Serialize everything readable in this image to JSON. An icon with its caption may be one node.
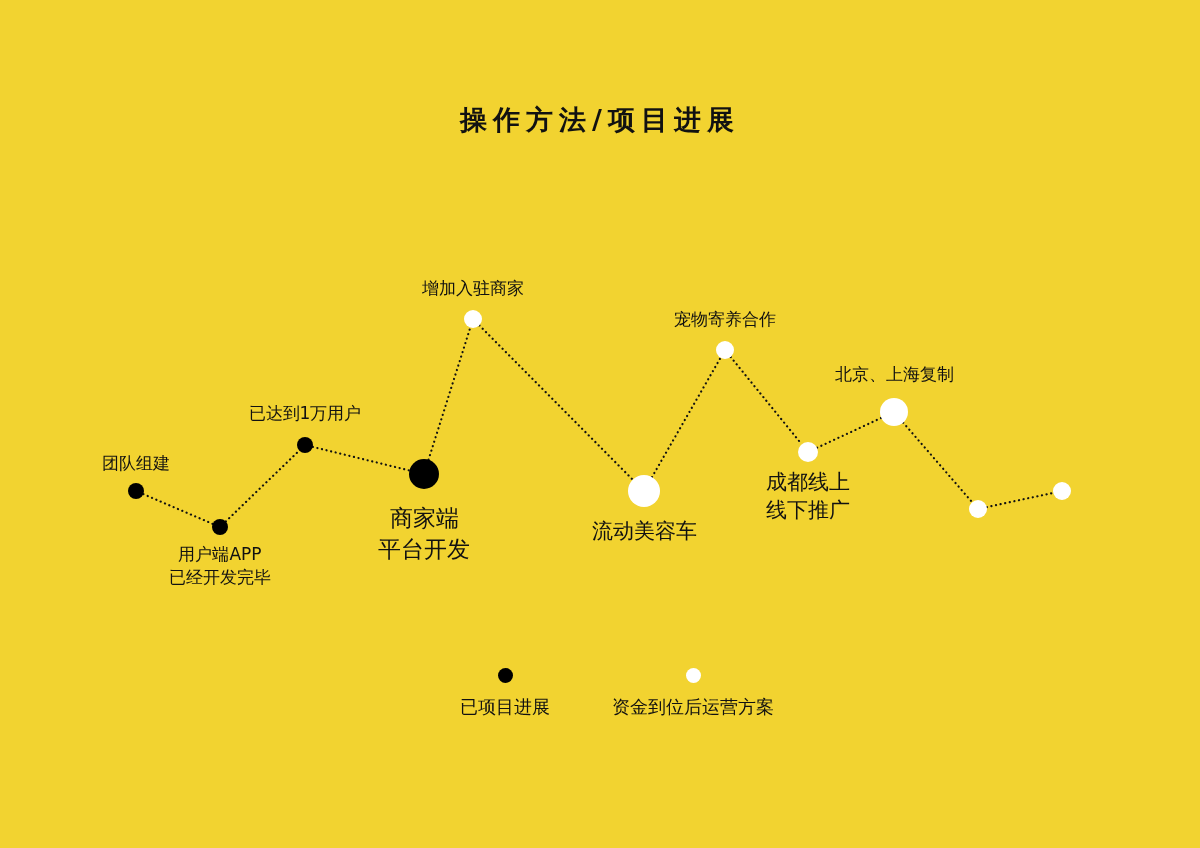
{
  "diagram": {
    "title": "操作方法/项目进展",
    "nodes": [
      {
        "text": [
          "团队组建"
        ]
      },
      {
        "text": [
          "用户端APP已经开发完毕"
        ]
      },
      {
        "text": [
          "已达到1万用户"
        ]
      },
      {
        "text": [
          "商家端平台开发"
        ]
      },
      {
        "text": [
          "增加入驻商家"
        ]
      },
      {
        "text": [
          "流动美容车"
        ]
      },
      {
        "text": [
          "宠物寄养合作"
        ]
      },
      {
        "text": [
          "成都线上线下推广"
        ]
      },
      {
        "text": [
          "北京、上海复制"
        ]
      },
      {
        "text": [],
        "shape": "circle"
      },
      {
        "text": [],
        "shape": "circle"
      }
    ],
    "edges": [
      {
        "from": 0,
        "to": 1,
        "arrow": "none"
      },
      {
        "from": 1,
        "to": 2,
        "arrow": "none"
      },
      {
        "from": 2,
        "to": 3,
        "arrow": "none"
      },
      {
        "from": 3,
        "to": 4,
        "arrow": "none"
      },
      {
        "from": 4,
        "to": 5,
        "arrow": "none"
      },
      {
        "from": 5,
        "to": 6,
        "arrow": "none"
      },
      {
        "from": 6,
        "to": 7,
        "arrow": "none"
      },
      {
        "from": 7,
        "to": 8,
        "arrow": "none"
      },
      {
        "from": 8,
        "to": 9,
        "arrow": "none"
      },
      {
        "from": 9,
        "to": 10,
        "arrow": "none"
      }
    ],
    "legend": [
      {
        "text": "已项目进展",
        "color": "#000000"
      },
      {
        "text": "资金到位后运营方案",
        "color": "#ffffff"
      }
    ]
  }
}
